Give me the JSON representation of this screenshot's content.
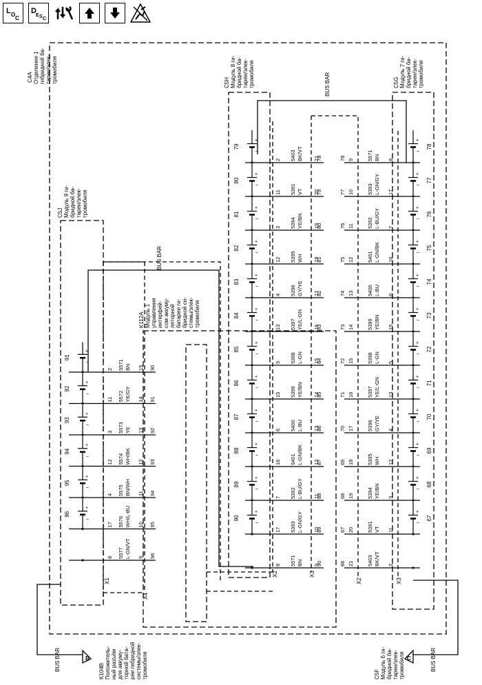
{
  "toolbar": {
    "buttons": [
      {
        "name": "location-button",
        "icon": "loc-icon",
        "main": "L",
        "sub1": "O",
        "sub2": "C"
      },
      {
        "name": "description-button",
        "icon": "desc-icon",
        "main": "D",
        "sub1": "E",
        "sub2": "S",
        "sub3": "C"
      },
      {
        "name": "connector-view-button",
        "icon": "connector-wrench-icon"
      },
      {
        "name": "page-up-button",
        "icon": "arrow-up-icon"
      },
      {
        "name": "page-down-button",
        "icon": "arrow-down-icon"
      },
      {
        "name": "esd-button",
        "icon": "esd-hand-icon"
      }
    ]
  },
  "labels": {
    "c4a": "C4A",
    "c4a_desc": [
      "Отделение 1",
      "гибридной ба-",
      "тареи/элек-",
      "тромобиля"
    ],
    "c5h": "C5H",
    "c5h_desc": [
      "Модуль 8 ги-",
      "бридной ба-",
      "тареи/элек-",
      "тромобиля"
    ],
    "c5g": "C5G",
    "c5g_desc": [
      "Модуль 7 ги-",
      "бридной ба-",
      "тареи/элек-",
      "тромобиля"
    ],
    "c5j": "C5J",
    "c5j_desc": [
      "Модуль 9 ги-",
      "бридной ба-",
      "тареи/элек-",
      "тромобиля"
    ],
    "k112a": "K112A",
    "k112a_desc": [
      "Модуль 1",
      "управления",
      "интерфей-",
      "сом аккуму-",
      "ляторной",
      "батареи ги-",
      "бридной си-",
      "стемы/элек-",
      "тромобиля"
    ],
    "k104b": "K104B",
    "k104b_desc": [
      "Положитель-",
      "ный разъём",
      "для аккуму-",
      "торной батa-",
      "реи гибридной",
      "системы/элек-",
      "тромобиля"
    ],
    "c5f": "C5F",
    "c5f_desc": [
      "Модуль 6 ги-",
      "бридной ба-",
      "тареи/элек-",
      "тромобиля"
    ],
    "bus_bar_1": "BUS BAR",
    "bus_bar_2": "BUS BAR",
    "bus_bar_3": "BUS BAR",
    "bus_bar_4": "BUS BAR",
    "ref_b": "B",
    "ref_c": "C",
    "x1": "X1",
    "x2_left": "X2",
    "x2_right": "X2",
    "x3_left": "X3",
    "x3_right": "X3",
    "x4": "X4",
    "plus": "+",
    "minus": "–"
  },
  "c5j_cells": [
    {
      "cell": "91",
      "pin_top": "2",
      "wire": "5571",
      "color": "BN",
      "pin_x": "15",
      "ckt": "90"
    },
    {
      "cell": "92",
      "pin_top": "11",
      "wire": "5572",
      "color": "YE/GY",
      "pin_x": "14",
      "ckt": "91"
    },
    {
      "cell": "93",
      "pin_top": "3",
      "wire": "5573",
      "color": "YE",
      "pin_x": "13",
      "ckt": "92"
    },
    {
      "cell": "94",
      "pin_top": "12",
      "wire": "5574",
      "color": "WH/BK",
      "pin_x": "12",
      "ckt": "93"
    },
    {
      "cell": "95",
      "pin_top": "4",
      "wire": "5575",
      "color": "BN/WH",
      "pin_x": "11",
      "ckt": "94"
    },
    {
      "cell": "96",
      "pin_top": "17",
      "wire": "5576",
      "color": "WH/L-BU",
      "pin_x": "10",
      "ckt": "95"
    },
    {
      "cell": "",
      "pin_top": "8",
      "wire": "5577",
      "color": "L-GN/VT",
      "pin_x": "9",
      "ckt": "96"
    }
  ],
  "c5h_cells": [
    {
      "cell": "79",
      "pin_top": "2",
      "wire": "5403",
      "color": "BK/VT",
      "pin_x": "21",
      "ckt": "78"
    },
    {
      "cell": "80",
      "pin_top": "11",
      "wire": "5391",
      "color": "VT",
      "pin_x": "20",
      "ckt": "79"
    },
    {
      "cell": "81",
      "pin_top": "3",
      "wire": "5394",
      "color": "YE/BN",
      "pin_x": "19",
      "ckt": "80"
    },
    {
      "cell": "82",
      "pin_top": "12",
      "wire": "5395",
      "color": "WH",
      "pin_x": "18",
      "ckt": "81"
    },
    {
      "cell": "83",
      "pin_top": "4",
      "wire": "5396",
      "color": "GY/YE",
      "pin_x": "17",
      "ckt": "82"
    },
    {
      "cell": "84",
      "pin_top": "13",
      "wire": "5397",
      "color": "YE/L-GN",
      "pin_x": "16",
      "ckt": "83"
    },
    {
      "cell": "85",
      "pin_top": "5",
      "wire": "5398",
      "color": "L-GN",
      "pin_x": "15",
      "ckt": "84"
    },
    {
      "cell": "86",
      "pin_top": "15",
      "wire": "5399",
      "color": "YE/BN",
      "pin_x": "14",
      "ckt": "85"
    },
    {
      "cell": "87",
      "pin_top": "6",
      "wire": "5400",
      "color": "L-BU",
      "pin_x": "13",
      "ckt": "86"
    },
    {
      "cell": "88",
      "pin_top": "16",
      "wire": "5401",
      "color": "L-GN/BK",
      "pin_x": "12",
      "ckt": "87"
    },
    {
      "cell": "89",
      "pin_top": "7",
      "wire": "5392",
      "color": "L-BU/GY",
      "pin_x": "11",
      "ckt": "88"
    },
    {
      "cell": "90",
      "pin_top": "17",
      "wire": "5393",
      "color": "L-GN/GY",
      "pin_x": "10",
      "ckt": "89"
    },
    {
      "cell": "",
      "pin_top": "8",
      "wire": "5571",
      "color": "BN",
      "pin_x": "9",
      "ckt": "90"
    }
  ],
  "c5g_cells": [
    {
      "cell": "78",
      "pin_top": "9",
      "wire": "5571",
      "color": "BN",
      "pin_x": "8",
      "ckt": "78"
    },
    {
      "cell": "77",
      "pin_top": "10",
      "wire": "5393",
      "color": "L-GN/GY",
      "pin_x": "17",
      "ckt": "77"
    },
    {
      "cell": "76",
      "pin_top": "11",
      "wire": "5392",
      "color": "L-BU/GY",
      "pin_x": "7",
      "ckt": "76"
    },
    {
      "cell": "75",
      "pin_top": "12",
      "wire": "5401",
      "color": "L-GN/BK",
      "pin_x": "16",
      "ckt": "75"
    },
    {
      "cell": "74",
      "pin_top": "13",
      "wire": "5400",
      "color": "L-BU",
      "pin_x": "6",
      "ckt": "74"
    },
    {
      "cell": "73",
      "pin_top": "14",
      "wire": "5399",
      "color": "YE/BN",
      "pin_x": "15",
      "ckt": "73"
    },
    {
      "cell": "72",
      "pin_top": "15",
      "wire": "5398",
      "color": "L-GN",
      "pin_x": "5",
      "ckt": "72"
    },
    {
      "cell": "71",
      "pin_top": "16",
      "wire": "5397",
      "color": "YE/L-GN",
      "pin_x": "13",
      "ckt": "71"
    },
    {
      "cell": "70",
      "pin_top": "17",
      "wire": "5396",
      "color": "GY/YE",
      "pin_x": "4",
      "ckt": "70"
    },
    {
      "cell": "69",
      "pin_top": "18",
      "wire": "5395",
      "color": "WH",
      "pin_x": "12",
      "ckt": "69"
    },
    {
      "cell": "68",
      "pin_top": "19",
      "wire": "5394",
      "color": "YE/BN",
      "pin_x": "3",
      "ckt": "68"
    },
    {
      "cell": "67",
      "pin_top": "20",
      "wire": "5391",
      "color": "VT",
      "pin_x": "11",
      "ckt": "67"
    },
    {
      "cell": "",
      "pin_top": "21",
      "wire": "5403",
      "color": "BK/VT",
      "pin_x": "2",
      "ckt": "66"
    }
  ]
}
